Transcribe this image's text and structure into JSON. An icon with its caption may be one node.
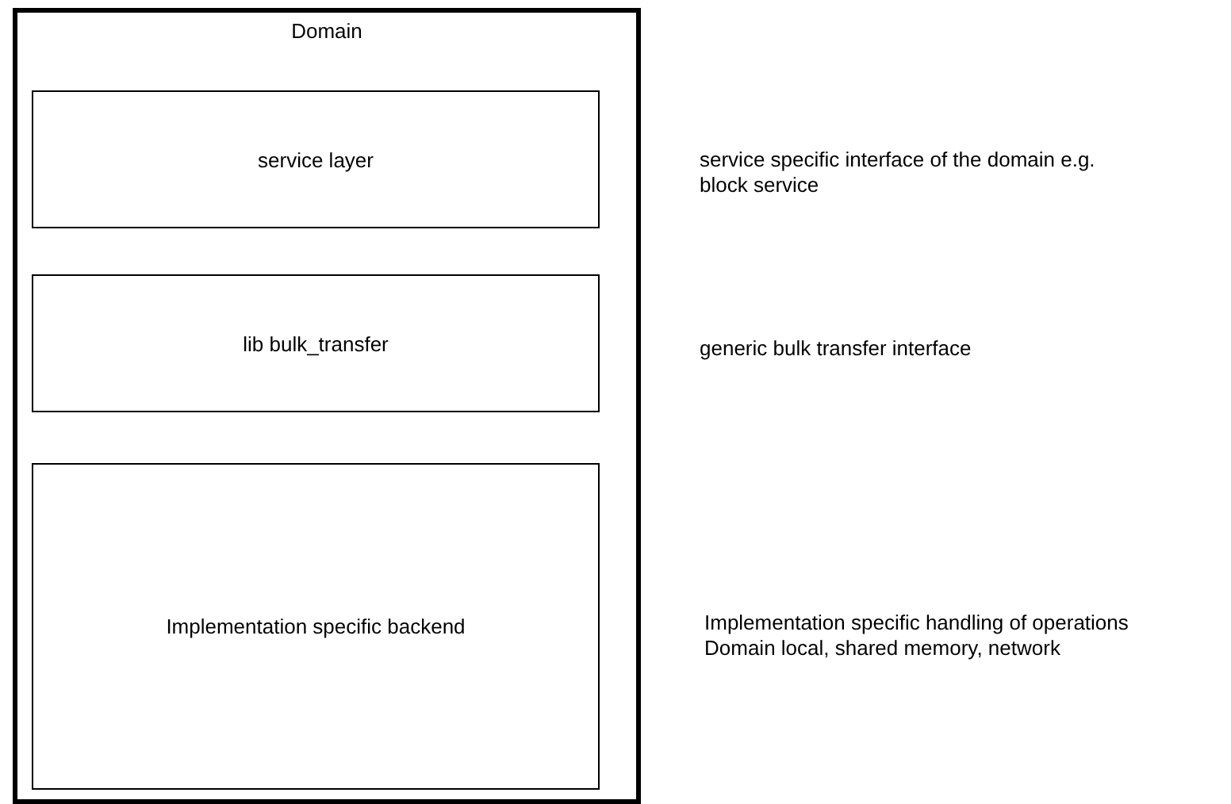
{
  "diagram": {
    "nodes": [
      {
        "text": [
          "Domain"
        ]
      },
      {
        "text": [
          "service layer"
        ],
        "in": 0
      },
      {
        "text": [
          "lib bulk_transfer"
        ],
        "in": 0
      },
      {
        "text": [
          "Implementation specific backend"
        ],
        "in": 0
      }
    ],
    "edges": [],
    "labels": [
      "service specific interface of the domain e.g. block service",
      "generic bulk transfer interface",
      "Implementation specific handling of operations Domain local, shared memory, network"
    ]
  }
}
